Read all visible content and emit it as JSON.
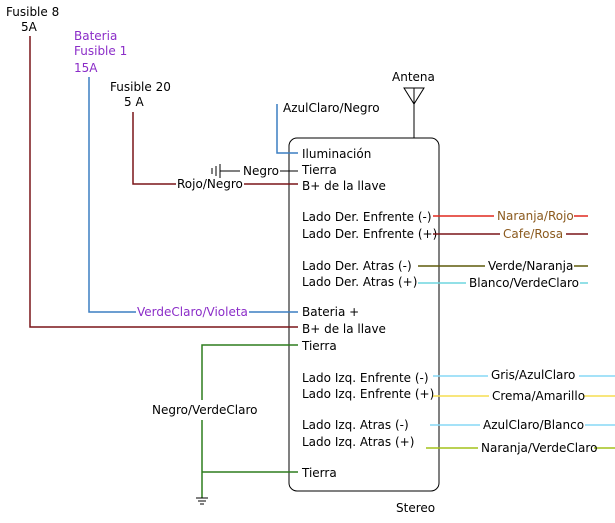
{
  "colors": {
    "black": "#000000",
    "purple": "#8b2dc8",
    "blue": "#3c7fc2",
    "darkred": "#7a1518",
    "green": "#2e7d1e",
    "red": "#e0281e",
    "brown": "#8b5a1e",
    "olive": "#5f5a0a",
    "cyan": "#6fd6df",
    "lightblue": "#87d8f5",
    "yellow": "#f5de50",
    "lime": "#a4c21a"
  },
  "stereo": {
    "label": "Stereo"
  },
  "antenna": {
    "label": "Antena"
  },
  "fuses": {
    "fuse8": {
      "name": "Fusible 8",
      "amp": "5A"
    },
    "battery": {
      "line1": "Bateria",
      "line2": "Fusible 1",
      "amp": "15A"
    },
    "fuse20": {
      "name": "Fusible 20",
      "amp": "5 A"
    }
  },
  "pins": {
    "iluminacion": "Iluminación",
    "tierra_top": "Tierra",
    "bmas_llave_top": "B+ de la llave",
    "lado_der_enf_neg": "Lado Der. Enfrente (-)",
    "lado_der_enf_pos": "Lado Der. Enfrente (+)",
    "lado_der_atr_neg": "Lado Der. Atras (-)",
    "lado_der_atr_pos": "Lado Der. Atras (+)",
    "bateria_mas": "Bateria +",
    "bmas_llave_bottom": "B+ de la llave",
    "tierra_mid": "Tierra",
    "lado_izq_enf_neg": "Lado Izq. Enfrente (-)",
    "lado_izq_enf_pos": "Lado Izq. Enfrente (+)",
    "lado_izq_atr_neg": "Lado Izq. Atras (-)",
    "lado_izq_atr_pos": "Lado Izq. Atras (+)",
    "tierra_bottom": "Tierra"
  },
  "wires": {
    "azulclaro_negro": "AzulClaro/Negro",
    "negro": "Negro",
    "rojo_negro": "Rojo/Negro",
    "naranja_rojo": "Naranja/Rojo",
    "cafe_rosa": "Cafe/Rosa",
    "verde_naranja": "Verde/Naranja",
    "blanco_verdeclaro": "Blanco/VerdeClaro",
    "verdeclaro_violeta": "VerdeClaro/Violeta",
    "negro_verdeclaro": "Negro/VerdeClaro",
    "gris_azulclaro": "Gris/AzulClaro",
    "crema_amarillo": "Crema/Amarillo",
    "azulclaro_blanco": "AzulClaro/Blanco",
    "naranja_verdeclaro": "Naranja/VerdeClaro"
  }
}
